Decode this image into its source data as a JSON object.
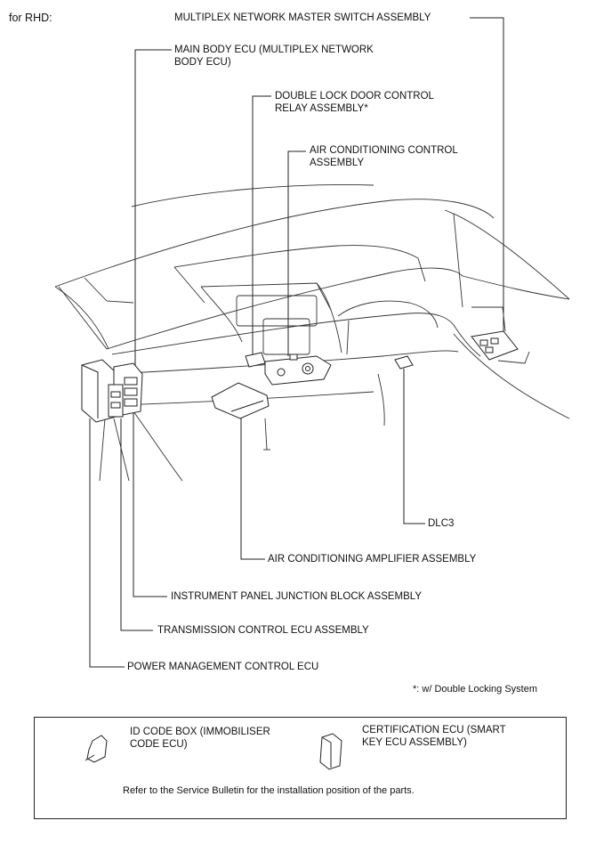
{
  "header": {
    "variant": "for RHD:"
  },
  "labels": {
    "multiplex_switch": "MULTIPLEX NETWORK MASTER SWITCH ASSEMBLY",
    "main_body_ecu_1": "MAIN BODY ECU (MULTIPLEX NETWORK",
    "main_body_ecu_2": "BODY ECU)",
    "double_lock_1": "DOUBLE LOCK DOOR CONTROL",
    "double_lock_2": "RELAY ASSEMBLY*",
    "ac_control_1": "AIR CONDITIONING CONTROL",
    "ac_control_2": "ASSEMBLY",
    "dlc3": "DLC3",
    "ac_amplifier": "AIR CONDITIONING AMPLIFIER ASSEMBLY",
    "junction_block": "INSTRUMENT PANEL JUNCTION BLOCK ASSEMBLY",
    "transmission_ecu": "TRANSMISSION CONTROL ECU ASSEMBLY",
    "power_mgmt_ecu": "POWER MANAGEMENT CONTROL ECU"
  },
  "footnote": "*: w/ Double Locking System",
  "legend_box": {
    "id_code_box_1": "ID CODE BOX (IMMOBILISER",
    "id_code_box_2": "CODE ECU)",
    "certification_ecu_1": "CERTIFICATION ECU (SMART",
    "certification_ecu_2": "KEY ECU ASSEMBLY)",
    "note": "Refer to the Service Bulletin for the installation position of the parts."
  }
}
